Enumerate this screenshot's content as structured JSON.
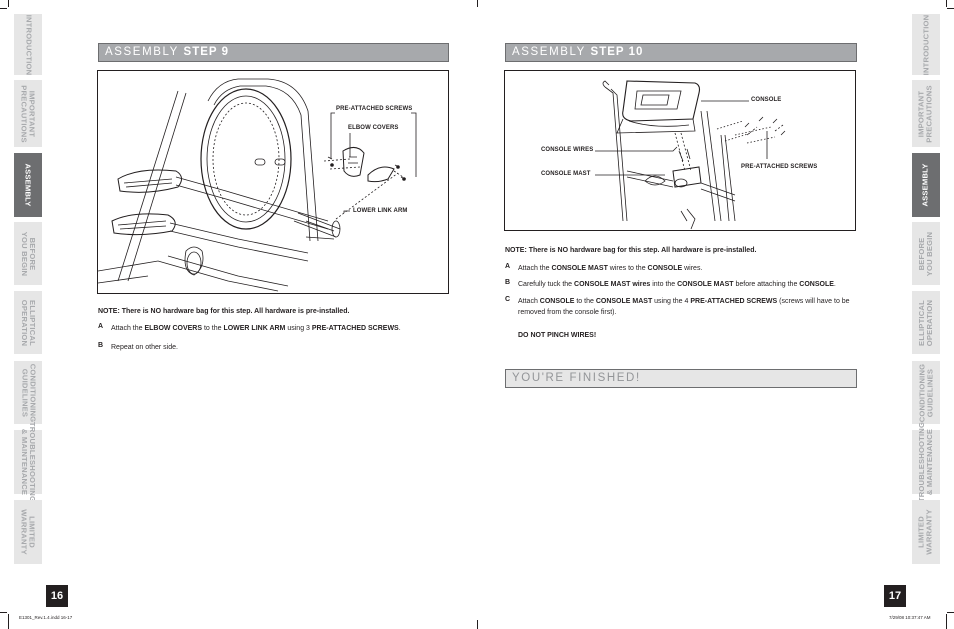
{
  "side_tabs": {
    "left": [
      {
        "label": "INTRODUCTION",
        "active": false
      },
      {
        "label": "IMPORTANT\nPRECAUTIONS",
        "active": false
      },
      {
        "label": "ASSEMBLY",
        "active": true
      },
      {
        "label": "BEFORE\nYOU BEGIN",
        "active": false
      },
      {
        "label": "ELLIPTICAL\nOPERATION",
        "active": false
      },
      {
        "label": "CONDITIONING\nGUIDELINES",
        "active": false
      },
      {
        "label": "TROUBLESHOOTING\n& MAINTENANCE",
        "active": false
      },
      {
        "label": "LIMITED\nWARRANTY",
        "active": false
      }
    ],
    "right": [
      {
        "label": "INTRODUCTION",
        "active": false
      },
      {
        "label": "IMPORTANT\nPRECAUTIONS",
        "active": false
      },
      {
        "label": "ASSEMBLY",
        "active": true
      },
      {
        "label": "BEFORE\nYOU BEGIN",
        "active": false
      },
      {
        "label": "ELLIPTICAL\nOPERATION",
        "active": false
      },
      {
        "label": "CONDITIONING\nGUIDELINES",
        "active": false
      },
      {
        "label": "TROUBLESHOOTING\n& MAINTENANCE",
        "active": false
      },
      {
        "label": "LIMITED\nWARRANTY",
        "active": false
      }
    ]
  },
  "left_page": {
    "page_number": "16",
    "header_prefix": "ASSEMBLY",
    "header_step": "STEP 9",
    "callouts": {
      "pre_attached_screws": "PRE-ATTACHED SCREWS",
      "elbow_covers": "ELBOW COVERS",
      "lower_link_arm": "LOWER LINK ARM"
    },
    "note": "NOTE: There is NO hardware bag for this step. All hardware is pre-installed.",
    "steps": [
      {
        "letter": "A",
        "parts": [
          {
            "text": "Attach the ",
            "bold": false
          },
          {
            "text": "ELBOW COVERS",
            "bold": true
          },
          {
            "text": " to the ",
            "bold": false
          },
          {
            "text": "LOWER LINK ARM",
            "bold": true
          },
          {
            "text": " using 3 ",
            "bold": false
          },
          {
            "text": "PRE-ATTACHED SCREWS",
            "bold": true
          },
          {
            "text": ".",
            "bold": false
          }
        ]
      },
      {
        "letter": "B",
        "parts": [
          {
            "text": "Repeat on other side.",
            "bold": false
          }
        ]
      }
    ]
  },
  "right_page": {
    "page_number": "17",
    "header_prefix": "ASSEMBLY",
    "header_step": "STEP 10",
    "callouts": {
      "console": "CONSOLE",
      "console_wires": "CONSOLE WIRES",
      "console_mast": "CONSOLE MAST",
      "pre_attached_screws": "PRE-ATTACHED SCREWS"
    },
    "note": "NOTE: There is NO hardware bag for this step. All hardware is pre-installed.",
    "steps": [
      {
        "letter": "A",
        "parts": [
          {
            "text": "Attach the ",
            "bold": false
          },
          {
            "text": "CONSOLE MAST",
            "bold": true
          },
          {
            "text": " wires to the ",
            "bold": false
          },
          {
            "text": "CONSOLE",
            "bold": true
          },
          {
            "text": " wires.",
            "bold": false
          }
        ]
      },
      {
        "letter": "B",
        "parts": [
          {
            "text": "Carefully tuck the ",
            "bold": false
          },
          {
            "text": "CONSOLE MAST wires",
            "bold": true
          },
          {
            "text": " into the ",
            "bold": false
          },
          {
            "text": "CONSOLE MAST",
            "bold": true
          },
          {
            "text": " before attaching the ",
            "bold": false
          },
          {
            "text": "CONSOLE",
            "bold": true
          },
          {
            "text": ".",
            "bold": false
          }
        ]
      },
      {
        "letter": "C",
        "parts": [
          {
            "text": "Attach ",
            "bold": false
          },
          {
            "text": "CONSOLE",
            "bold": true
          },
          {
            "text": " to the ",
            "bold": false
          },
          {
            "text": "CONSOLE MAST",
            "bold": true
          },
          {
            "text": " using the 4 ",
            "bold": false
          },
          {
            "text": "PRE-ATTACHED SCREWS",
            "bold": true
          },
          {
            "text": " (screws will have to be removed from the console first).",
            "bold": false
          }
        ]
      }
    ],
    "warning": "DO NOT PINCH WIRES!",
    "finished_header": "YOU'RE FINISHED!"
  },
  "footer": {
    "file_name": "E1301_Rev.1.4.indd   16-17",
    "timestamp": "7/29/08   10:37:47 AM"
  },
  "colors": {
    "tab_inactive": "#e6e6e6",
    "tab_inactive_text": "#a7a9ac",
    "tab_active": "#6d6e70",
    "header_bar": "#a7a9ac",
    "ink": "#231f20"
  }
}
